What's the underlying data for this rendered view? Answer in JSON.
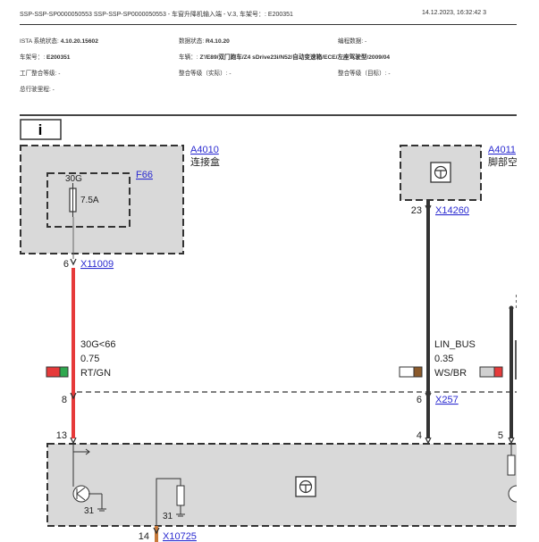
{
  "header": {
    "title": "SSP-SSP-SP0000050553 SSP-SSP-SP0000050553 - 车窗升降机输入端 - V.3, 车架号：: E200351",
    "datetime_page": "14.12.2023, 16:32:42  3"
  },
  "meta": {
    "ista_label": "ISTA 系统状态: ",
    "ista_value": "4.10.20.15602",
    "data_label": "数据状态: ",
    "data_value": "R4.10.20",
    "prog_label": "编程数据: -",
    "vin_label": "车架号：: ",
    "vin_value": "E200351",
    "vehicle_label": "车辆：: ",
    "vehicle_value": "Z'/E89/双门跑车/Z4 sDrive23i/N52/自动变速箱/ECE/左座驾驶型/2009/04",
    "factory_label": "工厂整合等级: -",
    "int_actual_label": "整合等级（实际）: -",
    "int_target_label": "整合等级（目标）: -",
    "mileage_label": "总行驶里程: -"
  },
  "diagram": {
    "info_icon": "i",
    "a4010": {
      "code": "A4010",
      "desc": "连接盒"
    },
    "f66": {
      "code": "F66",
      "terminal": "30G",
      "rating": "7.5A"
    },
    "a4011": {
      "code": "A4011",
      "desc": "脚部空"
    },
    "x11009": {
      "pin": "6",
      "code": "X11009"
    },
    "x14260": {
      "pin": "23",
      "code": "X14260"
    },
    "wire_left": {
      "signal": "30G<66",
      "gauge": "0.75",
      "color": "RT/GN"
    },
    "wire_right": {
      "signal": "LIN_BUS",
      "gauge": "0.35",
      "color": "WS/BR"
    },
    "x257": {
      "pin_left": "8",
      "pin_right": "6",
      "code": "X257"
    },
    "pins_bottom": {
      "p13": "13",
      "p4": "4",
      "p5": "5"
    },
    "ground_a": "31",
    "ground_b": "31",
    "x10725": {
      "pin": "14",
      "code": "X10725"
    },
    "colors": {
      "red_wire": "#e63a3a",
      "dark_wire": "#333333",
      "box_fill": "#d9d9d9",
      "link": "#2a2ad0"
    }
  }
}
